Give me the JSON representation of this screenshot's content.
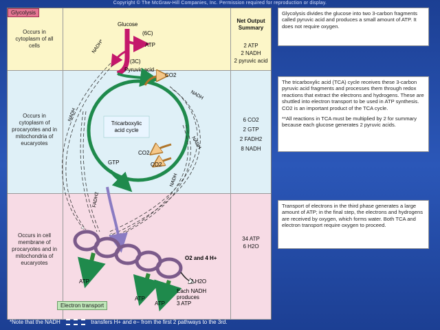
{
  "copyright": "Copyright © The McGraw-Hill Companies, Inc. Permission required for reproduction or display.",
  "stages": {
    "glycolysis_tag": "Glycolysis",
    "electron_transport_tag": "Electron transport"
  },
  "locations": {
    "glycolysis": "Occurs in cytoplasm of all cells",
    "tca": "Occurs in cytoplasm of procaryotes and in mitochondria of eucaryotes",
    "electron_transport": "Occurs in cell membrane of procaryotes and in mitochondria of eucaryotes"
  },
  "summary": {
    "header": "Net Output Summary",
    "glycolysis": [
      "2 ATP",
      "2 NADH",
      "2 pyruvic acid"
    ],
    "tca": [
      "6 CO2",
      "2 GTP",
      "2 FADH2",
      "8 NADH"
    ],
    "electron_transport": [
      "34 ATP",
      "6 H2O"
    ]
  },
  "diagram": {
    "glucose": "Glucose",
    "six_c": "(6C)",
    "atp": "ATP",
    "nadh_star": "NADH*",
    "three_c": "(3C)",
    "pyruvic_acid": "Pyruvic acid",
    "co2": "CO2",
    "nadh": "NADH",
    "tca_cycle": "Tricarboxylic acid cycle",
    "gtp": "GTP",
    "fadh2": "FADH2",
    "o2_4h": "O2 and 4 H+",
    "h2o": "2 H2O",
    "each_nadh": "Each NADH produces 3 ATP"
  },
  "descriptions": {
    "glycolysis": "Glycolysis divides the glucose into two 3-carbon fragments called pyruvic acid and produces a small amount of ATP. It does not require oxygen.",
    "tca": "The tricarboxylic acid (TCA) cycle receives these 3-carbon pyruvic acid fragments and processes them through redox reactions that extract the electrons and hydrogens. These are shuttled into electron transport to be used in ATP synthesis. CO2 is an important product of the TCA cycle.",
    "tca_note": "**All reactions in TCA must be multiplied by 2 for summary because each glucose generates 2 pyruvic acids.",
    "electron_transport": "Transport of electrons in the third phase generates a large amount of ATP; in the final step, the electrons and hydrogens are received by oxygen, which forms water. Both TCA and electron transport require oxygen to proceed."
  },
  "footnote": {
    "start": "*Note that the NADH",
    "end": "transfers H+ and e− from the first 2 pathways to the 3rd."
  },
  "colors": {
    "glycolysis_pink": "#c4186b",
    "tca_green": "#1f8a4c",
    "transport_purple": "#7b5a8a",
    "atp_arrow_green": "#2e8b3a",
    "fadh2_purple": "#8a7bc2"
  }
}
